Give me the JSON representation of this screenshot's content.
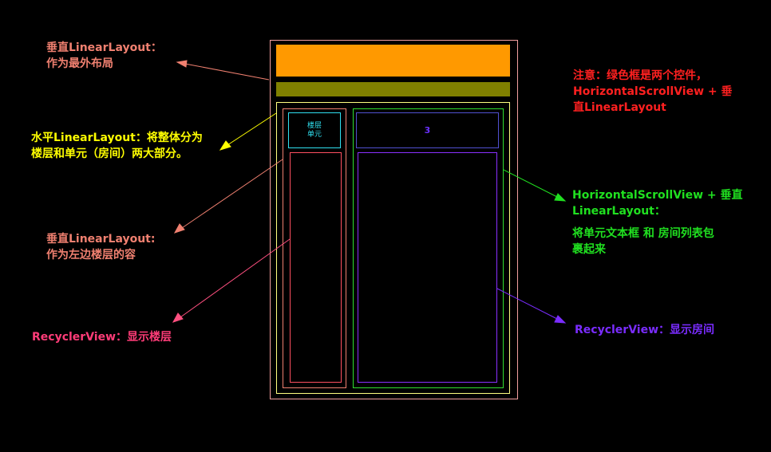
{
  "mockup": {
    "floor_unit_labels": [
      "楼层",
      "单元"
    ],
    "unit_number": "3"
  },
  "annotations": {
    "outer_layout": {
      "lines": [
        "垂直LinearLayout：",
        "作为最外布局"
      ],
      "color": "#f08070"
    },
    "horizontal_layout": {
      "lines": [
        "水平LinearLayout：将整体分为",
        "楼层和单元（房间）两大部分。"
      ],
      "color": "#ffff00"
    },
    "left_container": {
      "lines": [
        "垂直LinearLayout:",
        "作为左边楼层的容"
      ],
      "color": "#f08070"
    },
    "floor_recycler": {
      "lines": [
        "RecyclerView：显示楼层"
      ],
      "color": "#ff3c78"
    },
    "note": {
      "lines": [
        "注意：绿色框是两个控件，",
        "HorizontalScrollView + 垂",
        "直LinearLayout"
      ],
      "color": "#ff2020"
    },
    "scroll_view": {
      "lines": [
        "HorizontalScrollView + 垂直",
        "LinearLayout："
      ],
      "color": "#20e020"
    },
    "scroll_view_desc": {
      "lines": [
        "将单元文本框 和 房间列表包",
        "裹起来"
      ],
      "color": "#20e020"
    },
    "room_recycler": {
      "lines": [
        "RecyclerView：显示房间"
      ],
      "color": "#7a2cff"
    }
  },
  "colors": {
    "outer_frame": "#f4a0a0",
    "orange_bar": "#ff9900",
    "olive_bar": "#808000",
    "horizontal_frame": "#ffff80",
    "left_container": "#f08070",
    "floor_box": "#30e0f0",
    "floor_recycler": "#ff5060",
    "green_frame": "#30e030",
    "unit_box": "#5050d0",
    "unit_text": "#6a30ff",
    "room_recycler": "#8a30ff"
  }
}
